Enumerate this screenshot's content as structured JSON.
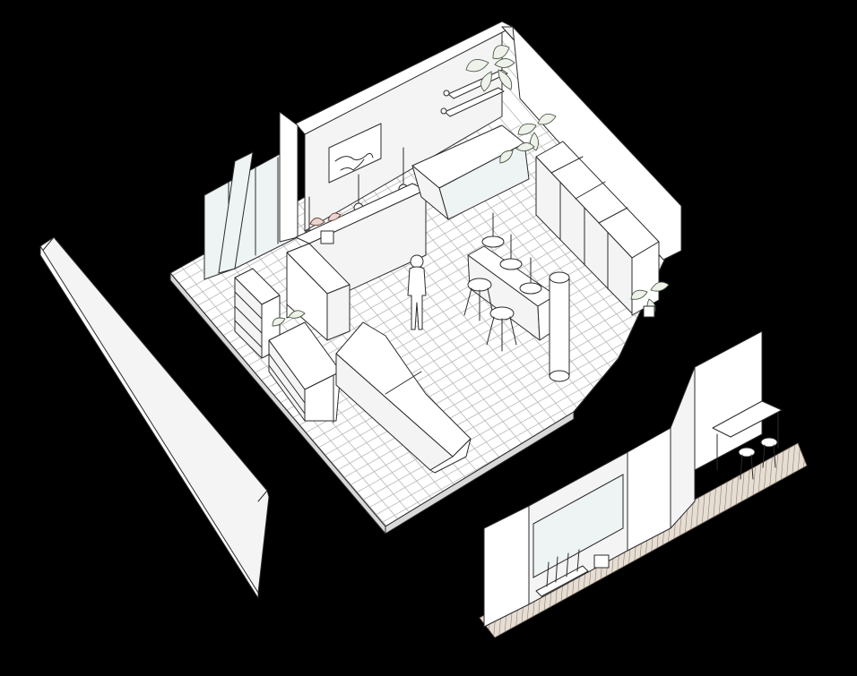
{
  "figure": {
    "kind": "axonometric interior drawing",
    "background_color": "#000000",
    "line_color": "#2b2b2b",
    "surface_color": "#f4f4f4",
    "plant_accent_color": "#4a5a45",
    "red_plant_accent_color": "#a0453c",
    "deck_color": "#e6ddd3",
    "parts": {
      "detached_wall": "detached-left-wall",
      "room": "shop-interior",
      "facade": "detached-front-facade"
    },
    "icons": [
      "plant-icon",
      "person-icon",
      "pendant-lamp-icon",
      "stool-icon",
      "poster-icon"
    ]
  }
}
